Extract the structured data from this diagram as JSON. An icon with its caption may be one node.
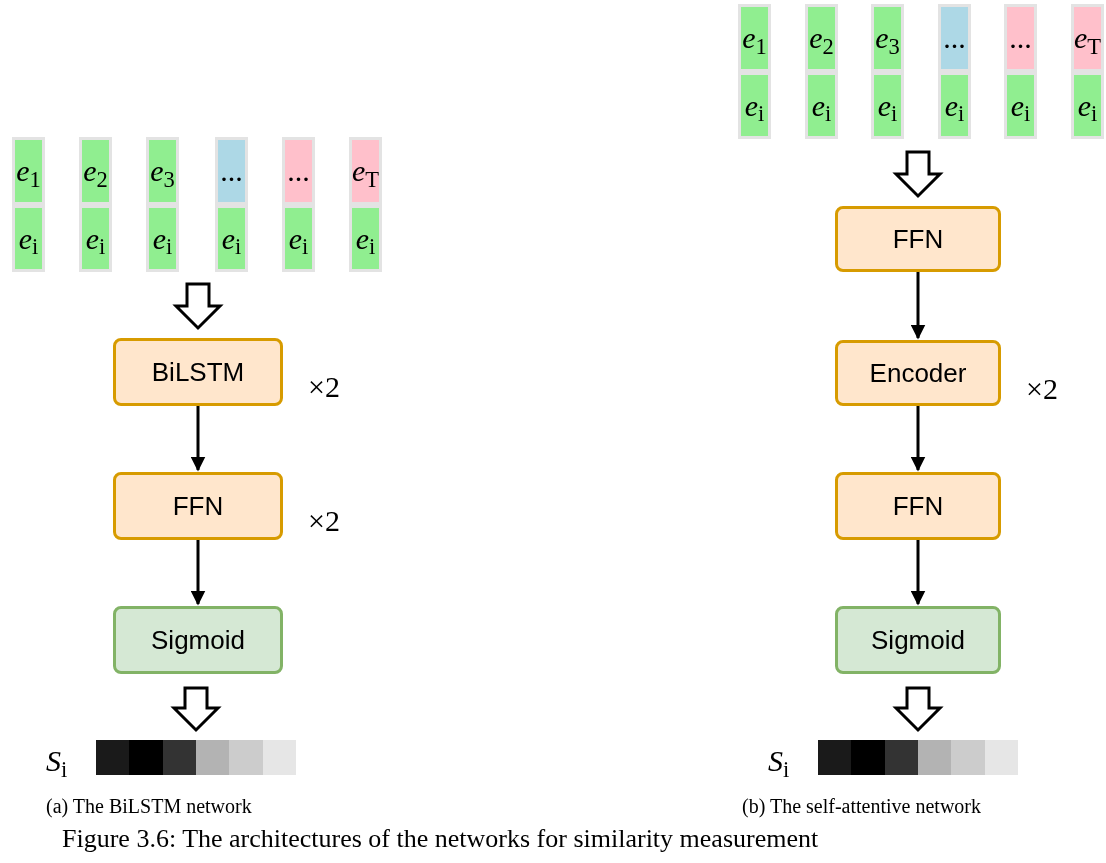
{
  "diagram": {
    "caption": "Figure 3.6: The architectures of the networks for similarity measurement",
    "nodes": [
      {
        "text": [
          "*e*$_{1}$"
        ]
      },
      {
        "text": [
          "*e*$_{2}$"
        ]
      },
      {
        "text": [
          "*e*$_{3}$"
        ]
      },
      {
        "text": [
          "..."
        ]
      },
      {
        "text": [
          "..."
        ]
      },
      {
        "text": [
          "*e*$_{T}$"
        ]
      },
      {
        "text": [
          "*e*$_{i}$"
        ]
      },
      {
        "text": [
          "*e*$_{i}$"
        ]
      },
      {
        "text": [
          "*e*$_{i}$"
        ]
      },
      {
        "text": [
          "*e*$_{i}$"
        ]
      },
      {
        "text": [
          "*e*$_{i}$"
        ]
      },
      {
        "text": [
          "*e*$_{i}$"
        ]
      },
      {
        "text": [
          "BiLSTM"
        ],
        "beside": [
          "×2"
        ]
      },
      {
        "text": [
          "FFN"
        ],
        "beside": [
          "×2"
        ]
      },
      {
        "text": [
          "Sigmoid"
        ]
      },
      {
        "text": [],
        "shape": "bar",
        "beside": [
          "*S*$_{i}$"
        ]
      },
      {
        "text": [
          "*e*$_{1}$"
        ]
      },
      {
        "text": [
          "*e*$_{2}$"
        ]
      },
      {
        "text": [
          "*e*$_{3}$"
        ]
      },
      {
        "text": [
          "..."
        ]
      },
      {
        "text": [
          "..."
        ]
      },
      {
        "text": [
          "*e*$_{T}$"
        ]
      },
      {
        "text": [
          "*e*$_{i}$"
        ]
      },
      {
        "text": [
          "*e*$_{i}$"
        ]
      },
      {
        "text": [
          "*e*$_{i}$"
        ]
      },
      {
        "text": [
          "*e*$_{i}$"
        ]
      },
      {
        "text": [
          "*e*$_{i}$"
        ]
      },
      {
        "text": [
          "*e*$_{i}$"
        ]
      },
      {
        "text": [
          "FFN"
        ]
      },
      {
        "text": [
          "Encoder"
        ],
        "beside": [
          "×2"
        ]
      },
      {
        "text": [
          "FFN"
        ]
      },
      {
        "text": [
          "Sigmoid"
        ]
      },
      {
        "text": [],
        "shape": "bar",
        "beside": [
          "*S*$_{i}$"
        ]
      }
    ],
    "edges": [
      {
        "from": null,
        "to": 12,
        "arrow": "to",
        "style": "thick"
      },
      {
        "from": 12,
        "to": 13,
        "arrow": "to"
      },
      {
        "from": 13,
        "to": 14,
        "arrow": "to"
      },
      {
        "from": 14,
        "to": 15,
        "arrow": "to",
        "style": "thick"
      },
      {
        "from": null,
        "to": 28,
        "arrow": "to",
        "style": "thick"
      },
      {
        "from": 28,
        "to": 29,
        "arrow": "to"
      },
      {
        "from": 29,
        "to": 30,
        "arrow": "to"
      },
      {
        "from": 30,
        "to": 31,
        "arrow": "to"
      },
      {
        "from": 31,
        "to": 32,
        "arrow": "to",
        "style": "thick"
      }
    ],
    "labels": [
      "(a) The BiLSTM network",
      "(b) The self-attentive network"
    ]
  }
}
